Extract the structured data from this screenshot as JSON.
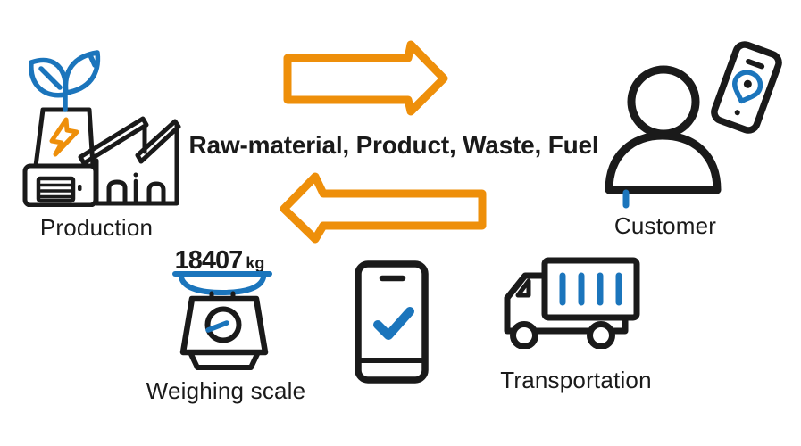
{
  "colors": {
    "ink": "#1a1a1a",
    "orange": "#ee8f0a",
    "blue": "#1b75bc",
    "bg": "#ffffff"
  },
  "diagram": {
    "flow_label": "Raw-material, Product, Waste, Fuel",
    "production": {
      "label": "Production",
      "icon": "factory-with-leaves-icon"
    },
    "customer": {
      "label": "Customer",
      "icon": "person-with-location-phone-icon"
    },
    "weighing_scale": {
      "label": "Weighing scale",
      "icon": "weighing-scale-icon",
      "reading_value": "18407",
      "reading_unit": "kg"
    },
    "mobile_confirmation": {
      "icon": "phone-checkmark-icon"
    },
    "transportation": {
      "label": "Transportation",
      "icon": "delivery-truck-icon"
    },
    "flows": {
      "forward_icon": "arrow-right-icon",
      "return_icon": "arrow-left-icon"
    }
  }
}
